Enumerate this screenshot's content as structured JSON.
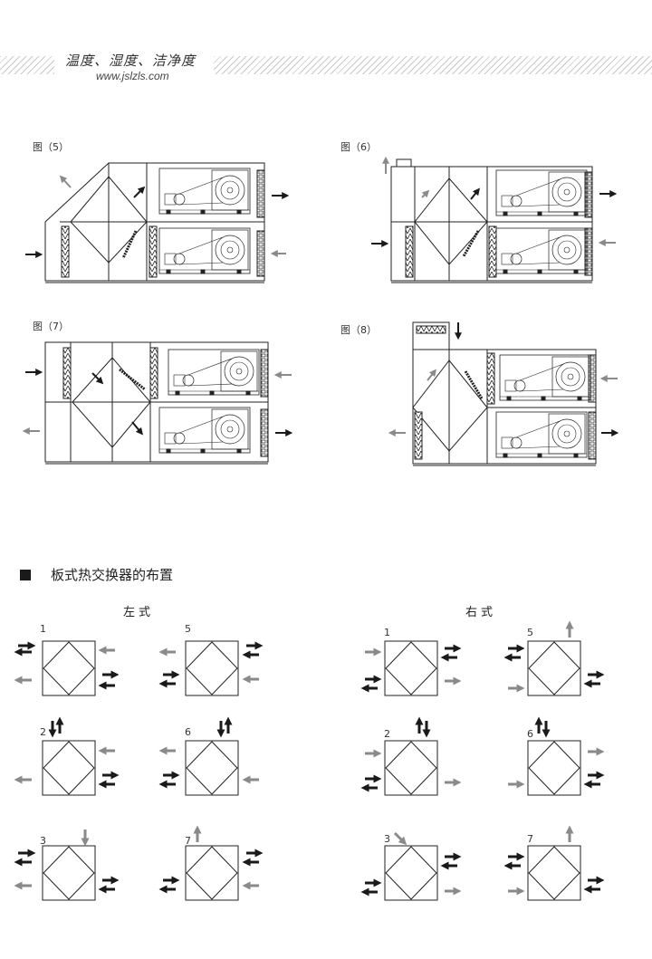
{
  "header": {
    "brand_title": "温度、湿度、洁净度",
    "brand_url": "www.jslzls.com"
  },
  "figures": {
    "fig5": "图（5）",
    "fig6": "图（6）",
    "fig7": "图（7）",
    "fig8": "图（8）"
  },
  "section": {
    "title": "板式热交换器的布置",
    "left_label": "左式",
    "right_label": "右式"
  },
  "layouts": {
    "left": [
      "1",
      "5",
      "2",
      "6",
      "3",
      "7"
    ],
    "right": [
      "1",
      "5",
      "2",
      "6",
      "3",
      "7"
    ]
  },
  "colors": {
    "line": "#222222",
    "arrow_dark": "#1a1a1a",
    "arrow_gray": "#8a8a8a"
  }
}
